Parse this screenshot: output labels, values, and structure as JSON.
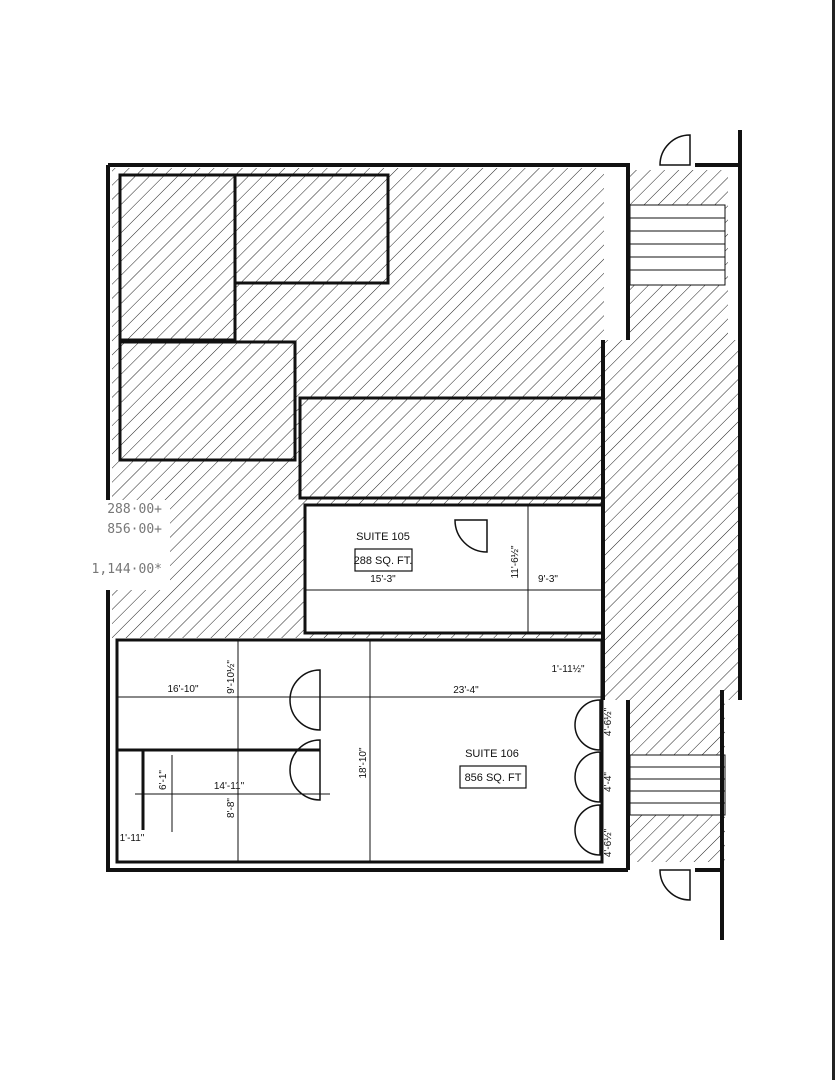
{
  "calculator_tape": [
    "288·00+",
    "856·00+",
    "",
    "1,144·00*"
  ],
  "suite_105": {
    "name": "SUITE 105",
    "area": "288 SQ. FT.",
    "dims": [
      "15'-3\"",
      "11'-6½\"",
      "9'-3\""
    ]
  },
  "suite_106": {
    "name": "SUITE 106",
    "area": "856 SQ. FT",
    "dims": [
      "16'-10\"",
      "9'-10½\"",
      "23'-4\"",
      "1'-11½\"",
      "18'-10\"",
      "14'-11\"",
      "6'-1\"",
      "8'-8\"",
      "1'-11\"",
      "4'-6½\"",
      "4'-4\"",
      "4'-6½\""
    ]
  },
  "colors": {
    "ink": "#111111",
    "paper": "#ffffff",
    "tape_text": "#777777"
  }
}
